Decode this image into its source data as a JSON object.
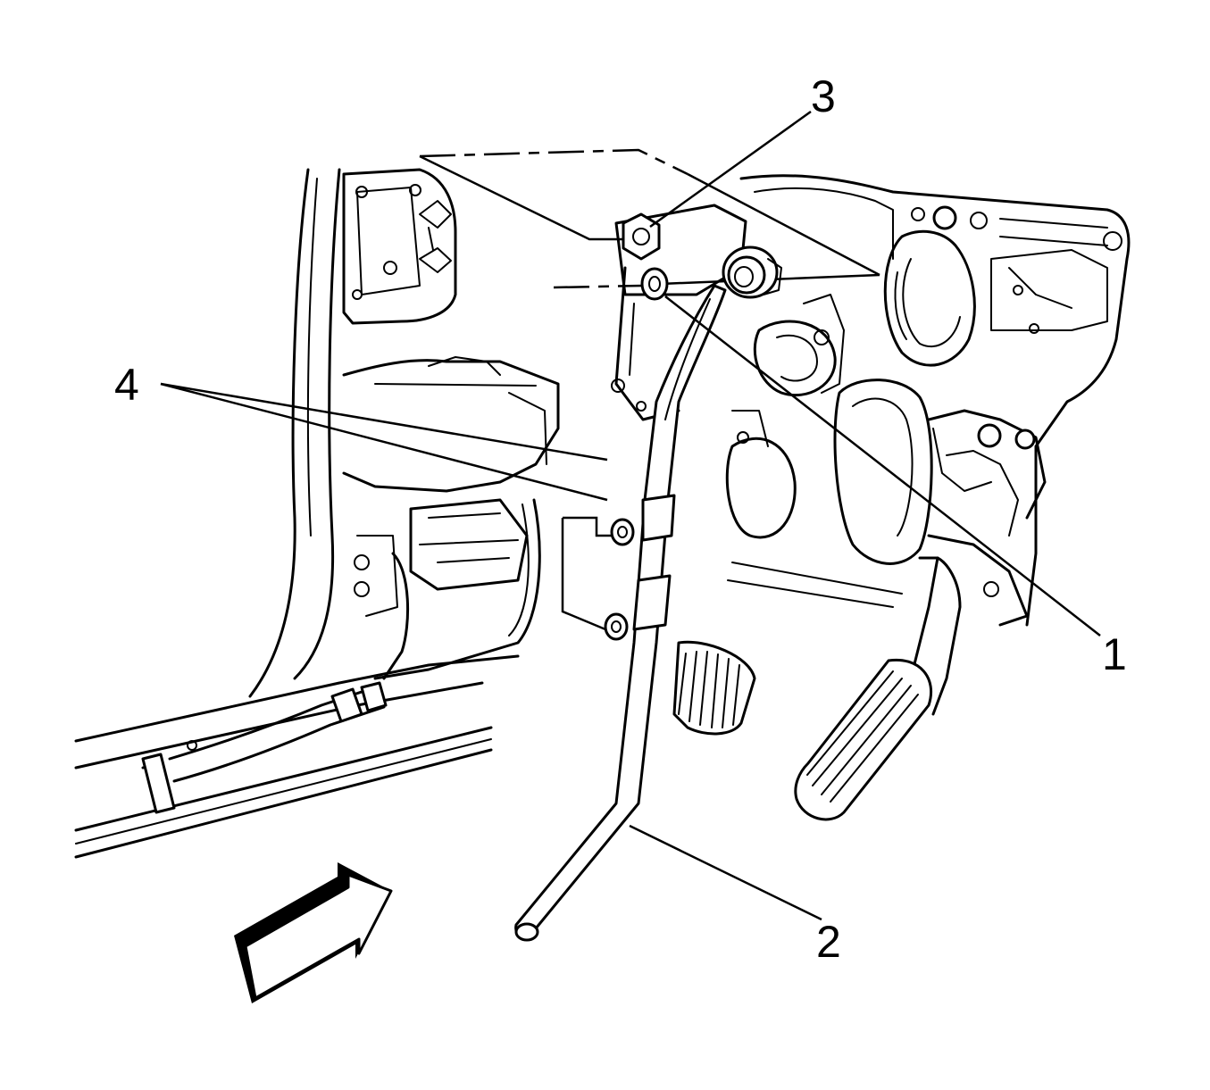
{
  "diagram": {
    "callouts": {
      "c1": "1",
      "c2": "2",
      "c3": "3",
      "c4": "4"
    },
    "direction_arrow": "view-direction-arrow"
  }
}
